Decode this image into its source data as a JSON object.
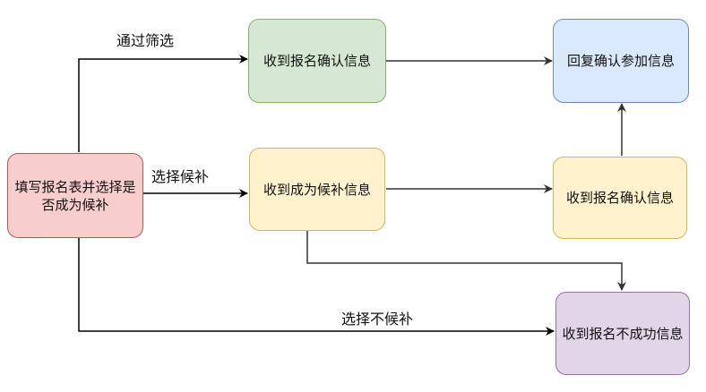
{
  "nodes": {
    "start": {
      "text": "填写报名表并选择是否成为候补",
      "fill": "#f8cecc",
      "stroke": "#b85450"
    },
    "confirm_top": {
      "text": "收到报名确认信息",
      "fill": "#d5e8d4",
      "stroke": "#82b366"
    },
    "reply": {
      "text": "回复确认参加信息",
      "fill": "#dae8fc",
      "stroke": "#6c8ebf"
    },
    "waitlist": {
      "text": "收到成为候补信息",
      "fill": "#fff2cc",
      "stroke": "#d6b656"
    },
    "confirm_mid": {
      "text": "收到报名确认信息",
      "fill": "#fff2cc",
      "stroke": "#d6b656"
    },
    "fail": {
      "text": "收到报名不成功信息",
      "fill": "#e1d5e7",
      "stroke": "#9673a6"
    }
  },
  "edge_labels": {
    "pass": "通过筛选",
    "choose_waitlist": "选择候补",
    "choose_no_waitlist": "选择不候补"
  },
  "colors": {
    "edge": "#000000",
    "edge_grey": "#333333"
  }
}
